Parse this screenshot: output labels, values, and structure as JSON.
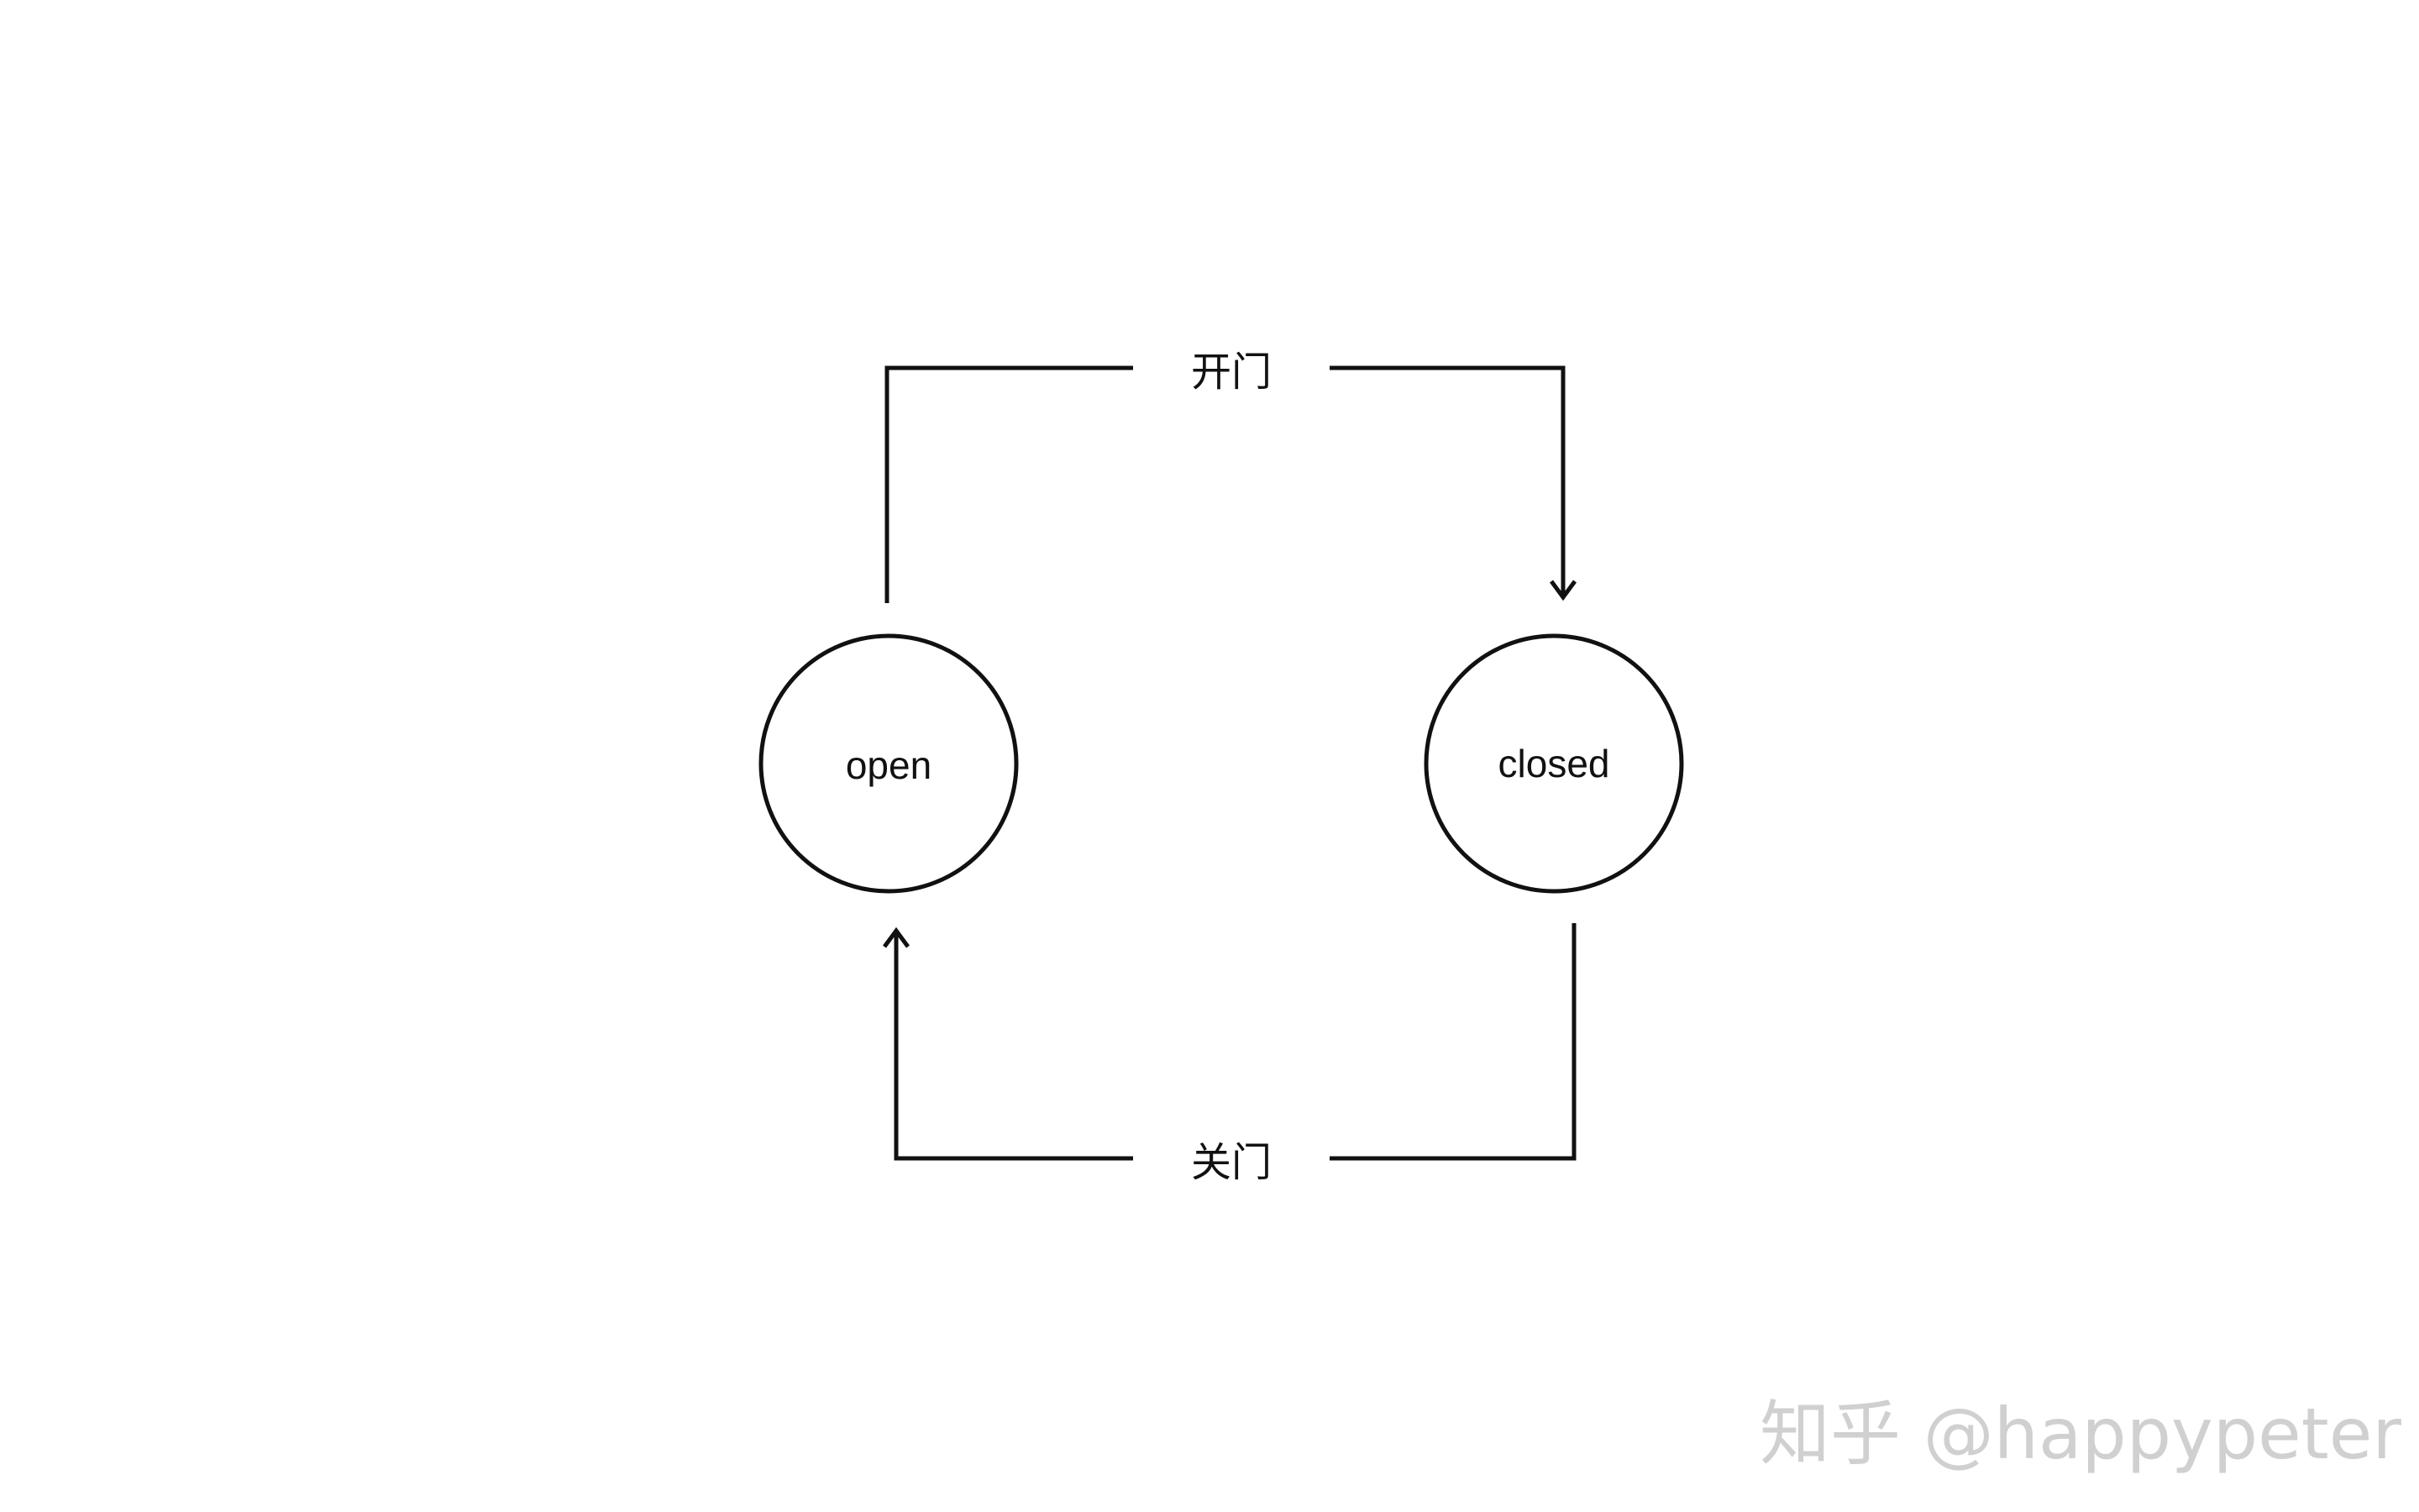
{
  "states": {
    "open": "open",
    "closed": "closed"
  },
  "transitions": {
    "open_door": "开门",
    "close_door": "关门"
  },
  "watermark": "知乎 @happypeter",
  "colors": {
    "stroke": "#111111",
    "watermark": "#d0d0d0"
  }
}
